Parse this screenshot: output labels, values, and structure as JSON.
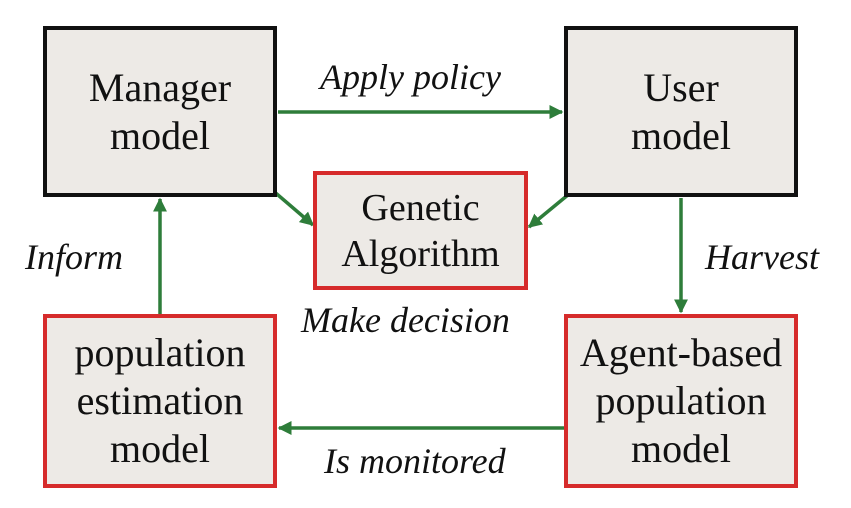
{
  "nodes": {
    "manager": {
      "lines": [
        "Manager",
        "model"
      ]
    },
    "user": {
      "lines": [
        "User",
        "model"
      ]
    },
    "genetic_algorithm": {
      "lines": [
        "Genetic",
        "Algorithm"
      ]
    },
    "population_estimation": {
      "lines": [
        "population",
        "estimation",
        "model"
      ]
    },
    "agent_based": {
      "lines": [
        "Agent-based",
        "population",
        "model"
      ]
    }
  },
  "edges": {
    "apply_policy": "Apply policy",
    "inform": "Inform",
    "harvest": "Harvest",
    "make_decision": "Make decision",
    "is_monitored": "Is monitored"
  },
  "colors": {
    "arrow": "#2e7d3a",
    "box_fill": "#edeae6",
    "black_border": "#111111",
    "red_border": "#d62b2b"
  }
}
